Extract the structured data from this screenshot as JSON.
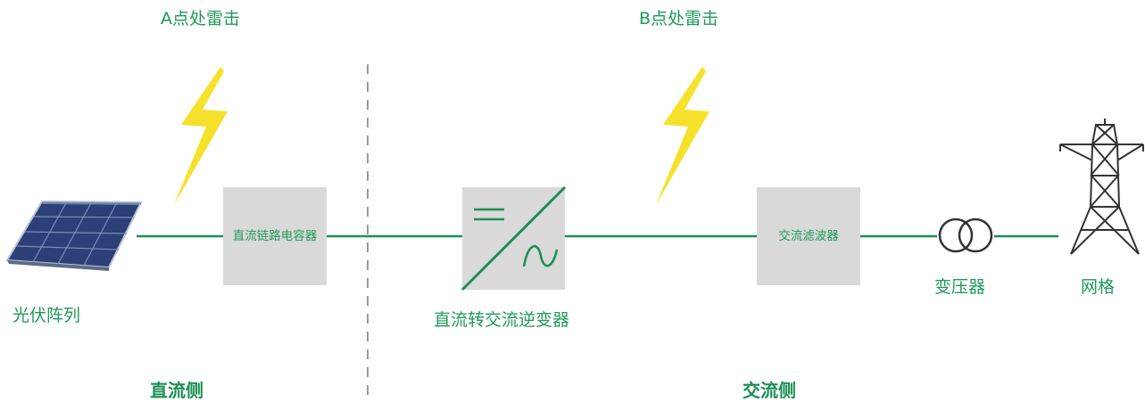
{
  "labels": {
    "strike_a": "A点处雷击",
    "strike_b": "B点处雷击",
    "pv_array": "光伏阵列",
    "dc_link_capacitor": "直流链路电容器",
    "inverter": "直流转交流逆变器",
    "ac_filter": "交流滤波器",
    "transformer": "变压器",
    "grid": "网格",
    "dc_side": "直流侧",
    "ac_side": "交流侧"
  },
  "colors": {
    "line_green": "#1a8f55",
    "text_green": "#1f9a5a",
    "box_gray": "#d9d9d9",
    "bolt_yellow": "#f5e12a",
    "divider_gray": "#9a9a9a",
    "panel_blue": "#2c3f77"
  },
  "icons": [
    "lightning-bolt-icon",
    "solar-panel-icon",
    "transformer-icon",
    "transmission-tower-icon"
  ]
}
